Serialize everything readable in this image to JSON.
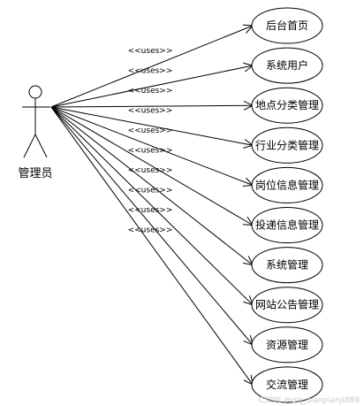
{
  "actor": {
    "name": "管理员"
  },
  "relation_label": "<<uses>>",
  "use_cases": [
    {
      "label": "后台首页"
    },
    {
      "label": "系统用户"
    },
    {
      "label": "地点分类管理"
    },
    {
      "label": "行业分类管理"
    },
    {
      "label": "岗位信息管理"
    },
    {
      "label": "投递信息管理"
    },
    {
      "label": "系统管理"
    },
    {
      "label": "网站公告管理"
    },
    {
      "label": "资源管理"
    },
    {
      "label": "交流管理"
    }
  ],
  "watermark": "CSDN @qq_dianpianji889"
}
